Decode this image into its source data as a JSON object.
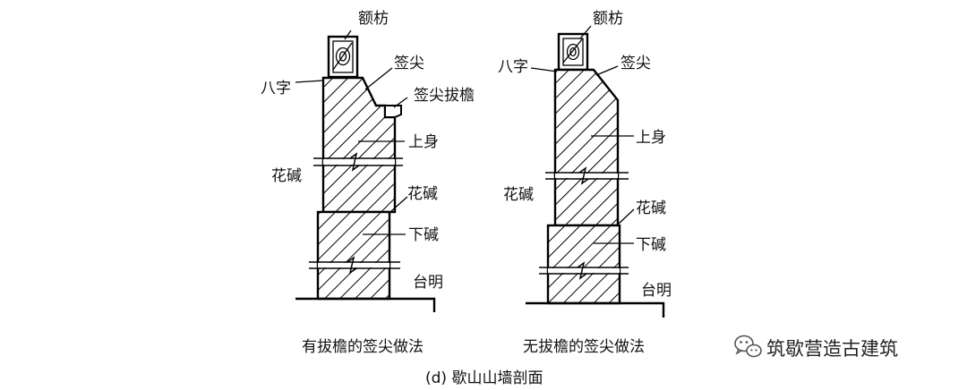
{
  "left_section": {
    "labels": {
      "e_fang": "额枋",
      "ba_zi": "八字",
      "qian_jian": "签尖",
      "qian_jian_ba_yan": "签尖拔檐",
      "shang_shen": "上身",
      "hua_jian_left": "花碱",
      "hua_jian_right": "花碱",
      "xia_jian": "下碱",
      "tai_ming": "台明"
    },
    "caption": "有拔檐的签尖做法"
  },
  "right_section": {
    "labels": {
      "e_fang": "额枋",
      "ba_zi": "八字",
      "qian_jian": "签尖",
      "shang_shen": "上身",
      "hua_jian_left": "花碱",
      "hua_jian_right": "花碱",
      "xia_jian": "下碱",
      "tai_ming": "台明"
    },
    "caption": "无拔檐的签尖做法"
  },
  "figure_caption": "(d) 歇山山墙剖面",
  "watermark": {
    "text": "筑歇营造古建筑",
    "icon": "wechat-icon"
  }
}
